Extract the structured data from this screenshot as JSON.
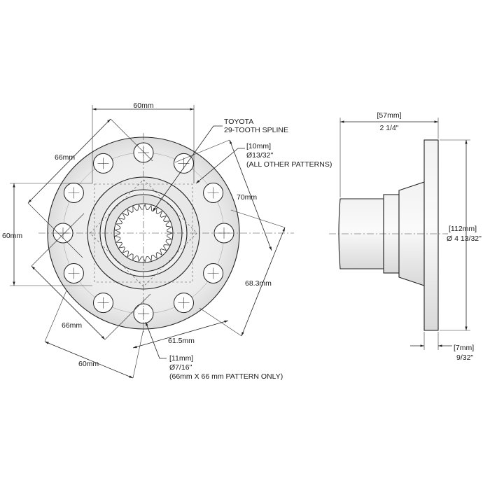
{
  "front_view": {
    "dim_top_60": "60mm",
    "dim_left_66": "66mm",
    "dim_left_60": "60mm",
    "dim_bottom_66": "66mm",
    "dim_bottom_60": "60mm",
    "dim_70": "70mm",
    "dim_68_3": "68.3mm",
    "dim_61_5": "61.5mm",
    "spline_line1": "TOYOTA",
    "spline_line2": "29-TOOTH SPLINE",
    "hole_small_mm": "[10mm]",
    "hole_small_in": "Ø13/32\"",
    "hole_small_note": "(ALL OTHER PATTERNS)",
    "hole_large_mm": "[11mm]",
    "hole_large_in": "Ø7/16\"",
    "hole_large_note": "(66mm X 66 mm PATTERN ONLY)"
  },
  "side_view": {
    "length_mm": "[57mm]",
    "length_in": "2 1/4\"",
    "flange_dia_mm": "[112mm]",
    "flange_dia_in": "Ø 4 13/32\"",
    "flange_thk_mm": "[7mm]",
    "flange_thk_in": "9/32\""
  }
}
